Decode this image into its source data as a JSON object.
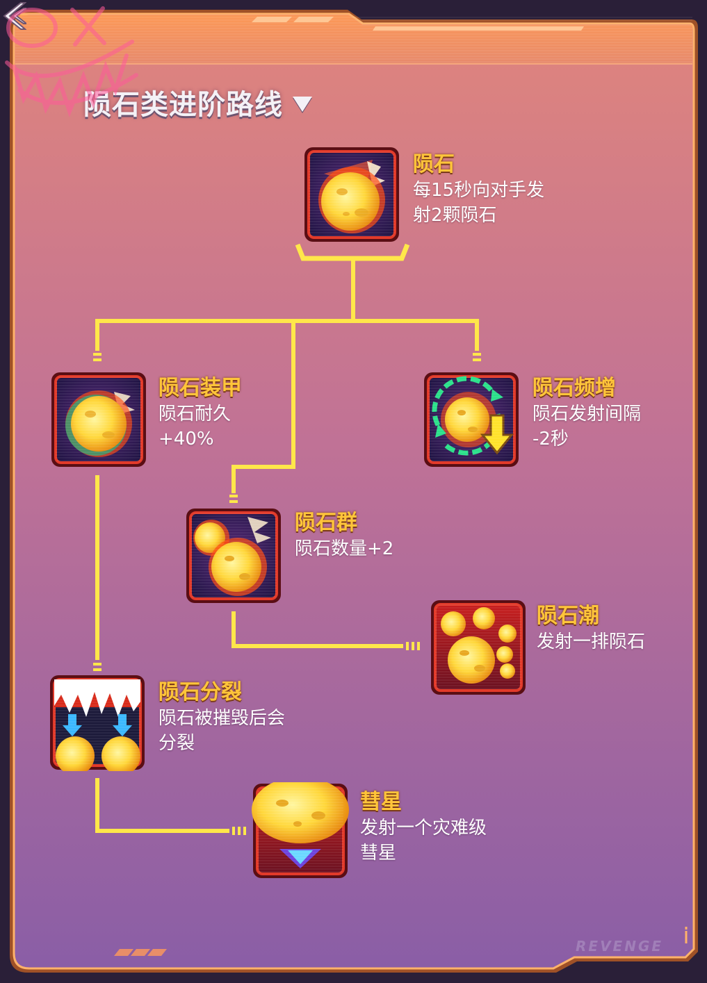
{
  "header": {
    "title": "陨石类进阶路线"
  },
  "nodes": [
    {
      "id": "meteor",
      "name": "陨石",
      "desc": "每15秒向对手发\n射2颗陨石",
      "icon": "meteor-icon"
    },
    {
      "id": "meteor-armor",
      "name": "陨石装甲",
      "desc": "陨石耐久\n+40%",
      "icon": "meteor-armor-icon"
    },
    {
      "id": "meteor-frequency",
      "name": "陨石频增",
      "desc": "陨石发射间隔\n-2秒",
      "icon": "meteor-frequency-icon"
    },
    {
      "id": "meteor-swarm",
      "name": "陨石群",
      "desc": "陨石数量+2",
      "icon": "meteor-swarm-icon"
    },
    {
      "id": "meteor-tide",
      "name": "陨石潮",
      "desc": "发射一排陨石",
      "icon": "meteor-tide-icon"
    },
    {
      "id": "meteor-split",
      "name": "陨石分裂",
      "desc": "陨石被摧毁后会\n分裂",
      "icon": "meteor-split-icon"
    },
    {
      "id": "comet",
      "name": "彗星",
      "desc": "发射一个灾难级\n彗星",
      "icon": "comet-icon"
    }
  ],
  "footer": {
    "brand": "REVENGE"
  },
  "colors": {
    "accent": "#ffc53a",
    "connector": "#ffe74a",
    "frame": "#ff8a2a",
    "panel_top": "#e08a7a",
    "panel_bottom": "#8a5fa6"
  }
}
